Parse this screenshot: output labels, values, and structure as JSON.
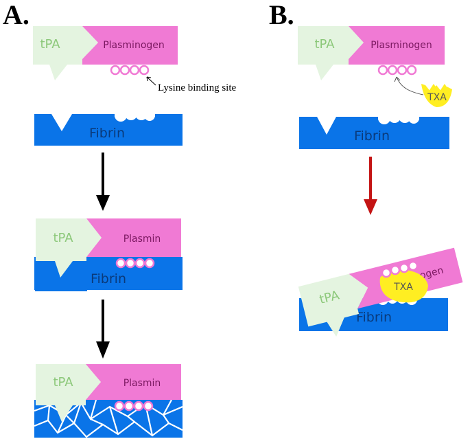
{
  "panels": {
    "a_label": "A.",
    "b_label": "B."
  },
  "labels": {
    "tpa": "tPA",
    "plasminogen": "Plasminogen",
    "plasmin": "Plasmin",
    "fibrin": "Fibrin",
    "txa": "TXA",
    "lysine_binding_site": "Lysine binding site"
  },
  "colors": {
    "tpa_fill": "#e4f4e0",
    "tpa_text": "#8cc87a",
    "pink_fill": "#f07ad4",
    "pink_text": "#7a1860",
    "fibrin_fill": "#0a74e8",
    "fibrin_text": "#0a3a7a",
    "lysine_ring": "#f07ad4",
    "txa_fill": "#ffee22",
    "txa_text": "#555555",
    "arrow_black": "#000000",
    "arrow_red": "#c41414"
  }
}
